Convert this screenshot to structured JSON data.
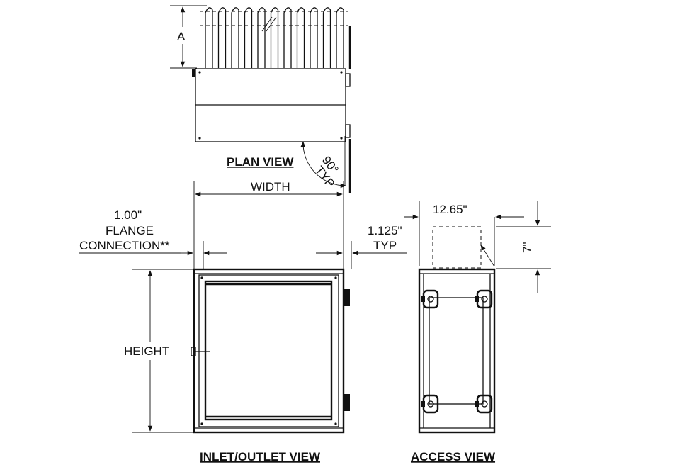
{
  "views": {
    "plan": "PLAN VIEW",
    "inlet_outlet": "INLET/OUTLET VIEW",
    "access": "ACCESS VIEW"
  },
  "dimensions": {
    "a": "A",
    "angle": "90°",
    "angle_typ": "TYP",
    "width": "WIDTH",
    "height": "HEIGHT",
    "flange_1": "1.00\"",
    "flange_2": "FLANGE",
    "flange_3": "CONNECTION**",
    "offset": "1.125\"",
    "offset_typ": "TYP",
    "access_width": "12.65\"",
    "access_depth": "7\""
  }
}
